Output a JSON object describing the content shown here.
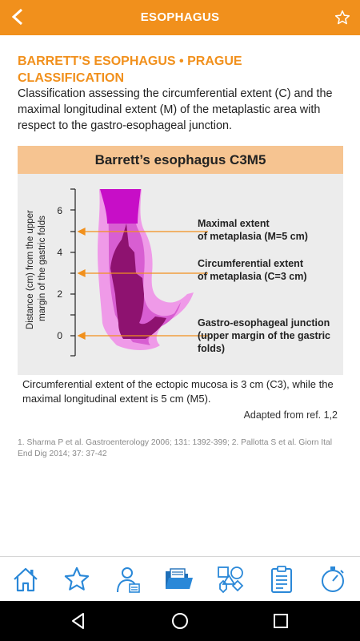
{
  "app": {
    "title": "ESOPHAGUS",
    "accent_color": "#f1901c",
    "back_icon": "chevron-left-icon",
    "favorite_icon": "star-outline-icon"
  },
  "article": {
    "heading": "BARRETT'S ESOPHAGUS • PRAGUE CLASSIFICATION",
    "intro": "Classification assessing the circumferential extent (C) and the maximal longitudinal extent (M) of the metaplastic area with respect to the gastro-esophageal junction."
  },
  "figure": {
    "title": "Barrett’s esophagus C3M5",
    "y_axis_label_line1": "Distance (cm) from the upper",
    "y_axis_label_line2": "margin of the gastric folds",
    "ticks": [
      "6",
      "4",
      "2",
      "0"
    ],
    "labels": {
      "maximal_line1": "Maximal extent",
      "maximal_line2": "of metaplasia (M=5 cm)",
      "circumferential_line1": "Circumferential extent",
      "circumferential_line2": "of metaplasia (C=3 cm)",
      "junction_line1": "Gastro-esophageal junction",
      "junction_line2": "(upper margin of the gastric",
      "junction_line3": "folds)"
    },
    "values": {
      "maximal_extent_cm": 5,
      "circumferential_extent_cm": 3,
      "junction_cm": 0
    }
  },
  "caption": "Circumferential extent of the ectopic mucosa is 3 cm (C3), while the maximal longitudinal extent is 5 cm (M5).",
  "adapted": "Adapted from ref. 1,2",
  "references": "1. Sharma P et al. Gastroenterology 2006; 131: 1392-399; 2. Pallotta S et al. Giorn Ital End Dig 2014; 37: 37-42",
  "tabbar": [
    {
      "name": "home",
      "icon": "home-icon"
    },
    {
      "name": "favorites",
      "icon": "star-icon"
    },
    {
      "name": "profile",
      "icon": "doctor-profile-icon"
    },
    {
      "name": "folders",
      "icon": "folder-icon",
      "active": true
    },
    {
      "name": "shapes",
      "icon": "shapes-icon"
    },
    {
      "name": "clipboard",
      "icon": "clipboard-icon"
    },
    {
      "name": "timer",
      "icon": "stopwatch-icon"
    }
  ],
  "navbar": [
    "back-triangle-icon",
    "home-circle-icon",
    "recents-square-icon"
  ]
}
